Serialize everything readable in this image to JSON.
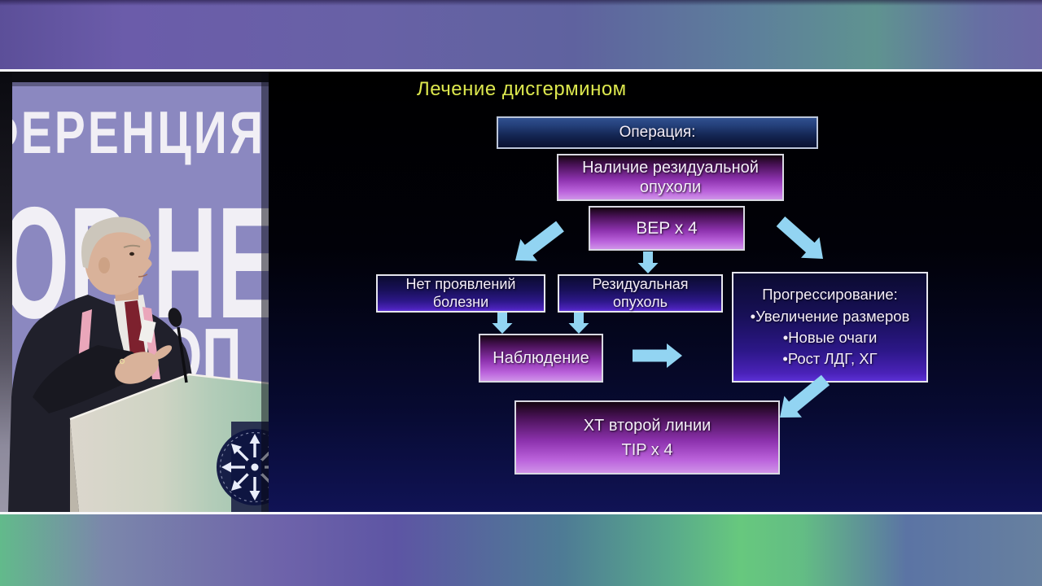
{
  "banners": {
    "top_gradient": [
      "#5c4f99",
      "#6b5caa",
      "#5f629f",
      "#5d7f9b",
      "#5f9390",
      "#6b67a4"
    ],
    "bottom_gradient": [
      "#62ba8b",
      "#6e63aa",
      "#4e7b95",
      "#67c87e",
      "#5b74a4",
      "#67809f"
    ],
    "separator_color": "#f8f8fc"
  },
  "speaker_panel": {
    "backdrop_color": "#8b88c0",
    "backdrop_text": {
      "row1": "ФЕРЕНЦИЯ П",
      "row2_left": "ОР",
      "row2_right": "НЕ",
      "row3": "ОП"
    }
  },
  "slide": {
    "title": "Лечение дисгермином",
    "title_color": "#dde84e",
    "colors": {
      "arrow": "#92d4f2",
      "background_top": "#000000",
      "background_bottom": "#101355",
      "box_purple": "#bb63dc",
      "box_violet": "#4a22b8",
      "box_navy": "#24407a"
    },
    "boxes": {
      "operation": {
        "label": "Операция:"
      },
      "residual_presence": {
        "lines": [
          "Наличие резидуальной",
          "опухоли"
        ]
      },
      "bep": {
        "label": "BEP x 4"
      },
      "no_disease": {
        "lines": [
          "Нет проявлений",
          "болезни"
        ]
      },
      "residual_tumor": {
        "lines": [
          "Резидуальная",
          "опухоль"
        ]
      },
      "progression": {
        "lines": [
          "Прогрессирование:",
          "•Увеличение размеров",
          "•Новые очаги",
          "•Рост ЛДГ, ХГ"
        ]
      },
      "observation": {
        "label": "Наблюдение"
      },
      "second_line": {
        "lines": [
          "ХТ второй линии",
          "TIP x 4"
        ]
      }
    },
    "flow": [
      {
        "from": "bep",
        "to": "no_disease"
      },
      {
        "from": "bep",
        "to": "residual_tumor"
      },
      {
        "from": "bep",
        "to": "progression"
      },
      {
        "from": "no_disease",
        "to": "observation"
      },
      {
        "from": "residual_tumor",
        "to": "observation"
      },
      {
        "from": "observation",
        "to": "progression"
      },
      {
        "from": "progression",
        "to": "second_line"
      }
    ]
  }
}
